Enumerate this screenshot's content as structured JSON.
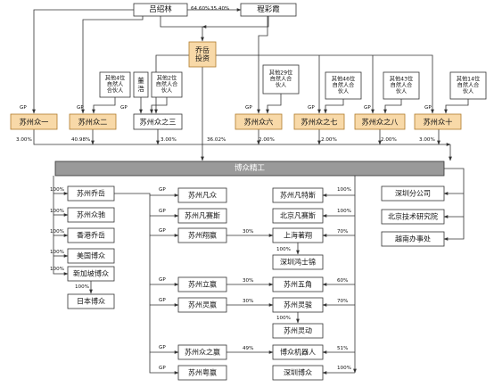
{
  "colors": {
    "line": "#333333",
    "box_border": "#333333",
    "box_fill": "#ffffff",
    "highlight_fill": "#f8d9a8",
    "highlight_border": "#b07a2a",
    "main_fill": "#9a9a9a",
    "text": "#111111"
  },
  "nodes": {
    "lv": "吕绍林",
    "cheng": "程彩霞",
    "qiaoyue": "乔岳\n投资",
    "dongjie": "董\n浩",
    "zhong1": "苏州众一",
    "zhong2": "苏州众二",
    "zhong3": "苏州众之三",
    "zhong6": "苏州众六",
    "zhong7": "苏州众之七",
    "zhong8": "苏州众之八",
    "zhong10": "苏州众十",
    "n_other4": "其他4位\n自然人\n合伙人",
    "n_other2": "其他2位\n自然人合\n伙人",
    "n_other29": "其他29位\n自然人合\n伙人",
    "n_other46": "其他46位\n自然人合\n伙人",
    "n_other43": "其他43位\n自然人合\n伙人",
    "n_other14": "其他14位\n自然人合\n伙人",
    "main": "博众精工",
    "sz_qiaoyue": "苏州乔岳",
    "sz_zhongchi": "苏州众驰",
    "hk_qiaoyue": "香港乔岳",
    "us_bozhong": "美国博众",
    "sg_bozhong": "新加坡博众",
    "jp_bozhong": "日本博众",
    "sz_fanzhong": "苏州凡众",
    "sz_fansaisi": "苏州凡赛斯",
    "sz_xiangying": "苏州翔赢",
    "sz_liying": "苏州立赢",
    "sz_lingying": "苏州灵赢",
    "sz_zhongzhiying": "苏州众之赢",
    "sz_yueying": "苏州粤赢",
    "sz_fantesi": "苏州凡特斯",
    "bj_fansaisi": "北京凡赛斯",
    "sh_zhexiang": "上海著翔",
    "shz_hongshijin": "深圳鸿士锦",
    "sz_wujiao": "苏州五角",
    "sz_lingjun": "苏州灵骏",
    "sz_lingdong": "苏州灵动",
    "bz_robot": "博众机器人",
    "shz_bozhong": "深圳博众",
    "shz_branch": "深圳分公司",
    "bj_institute": "北京技术研究院",
    "vn_office": "越南办事处"
  },
  "labels": {
    "p6460": "64.60%",
    "p3540": "35.40%",
    "gp": "GP",
    "p300": "3.00%",
    "p4098": "40.98%",
    "p3602": "36.02%",
    "p200": "2.00%",
    "p100": "100%",
    "p30": "30%",
    "p70": "70%",
    "p60": "60%",
    "p49": "49%",
    "p51": "51%"
  }
}
